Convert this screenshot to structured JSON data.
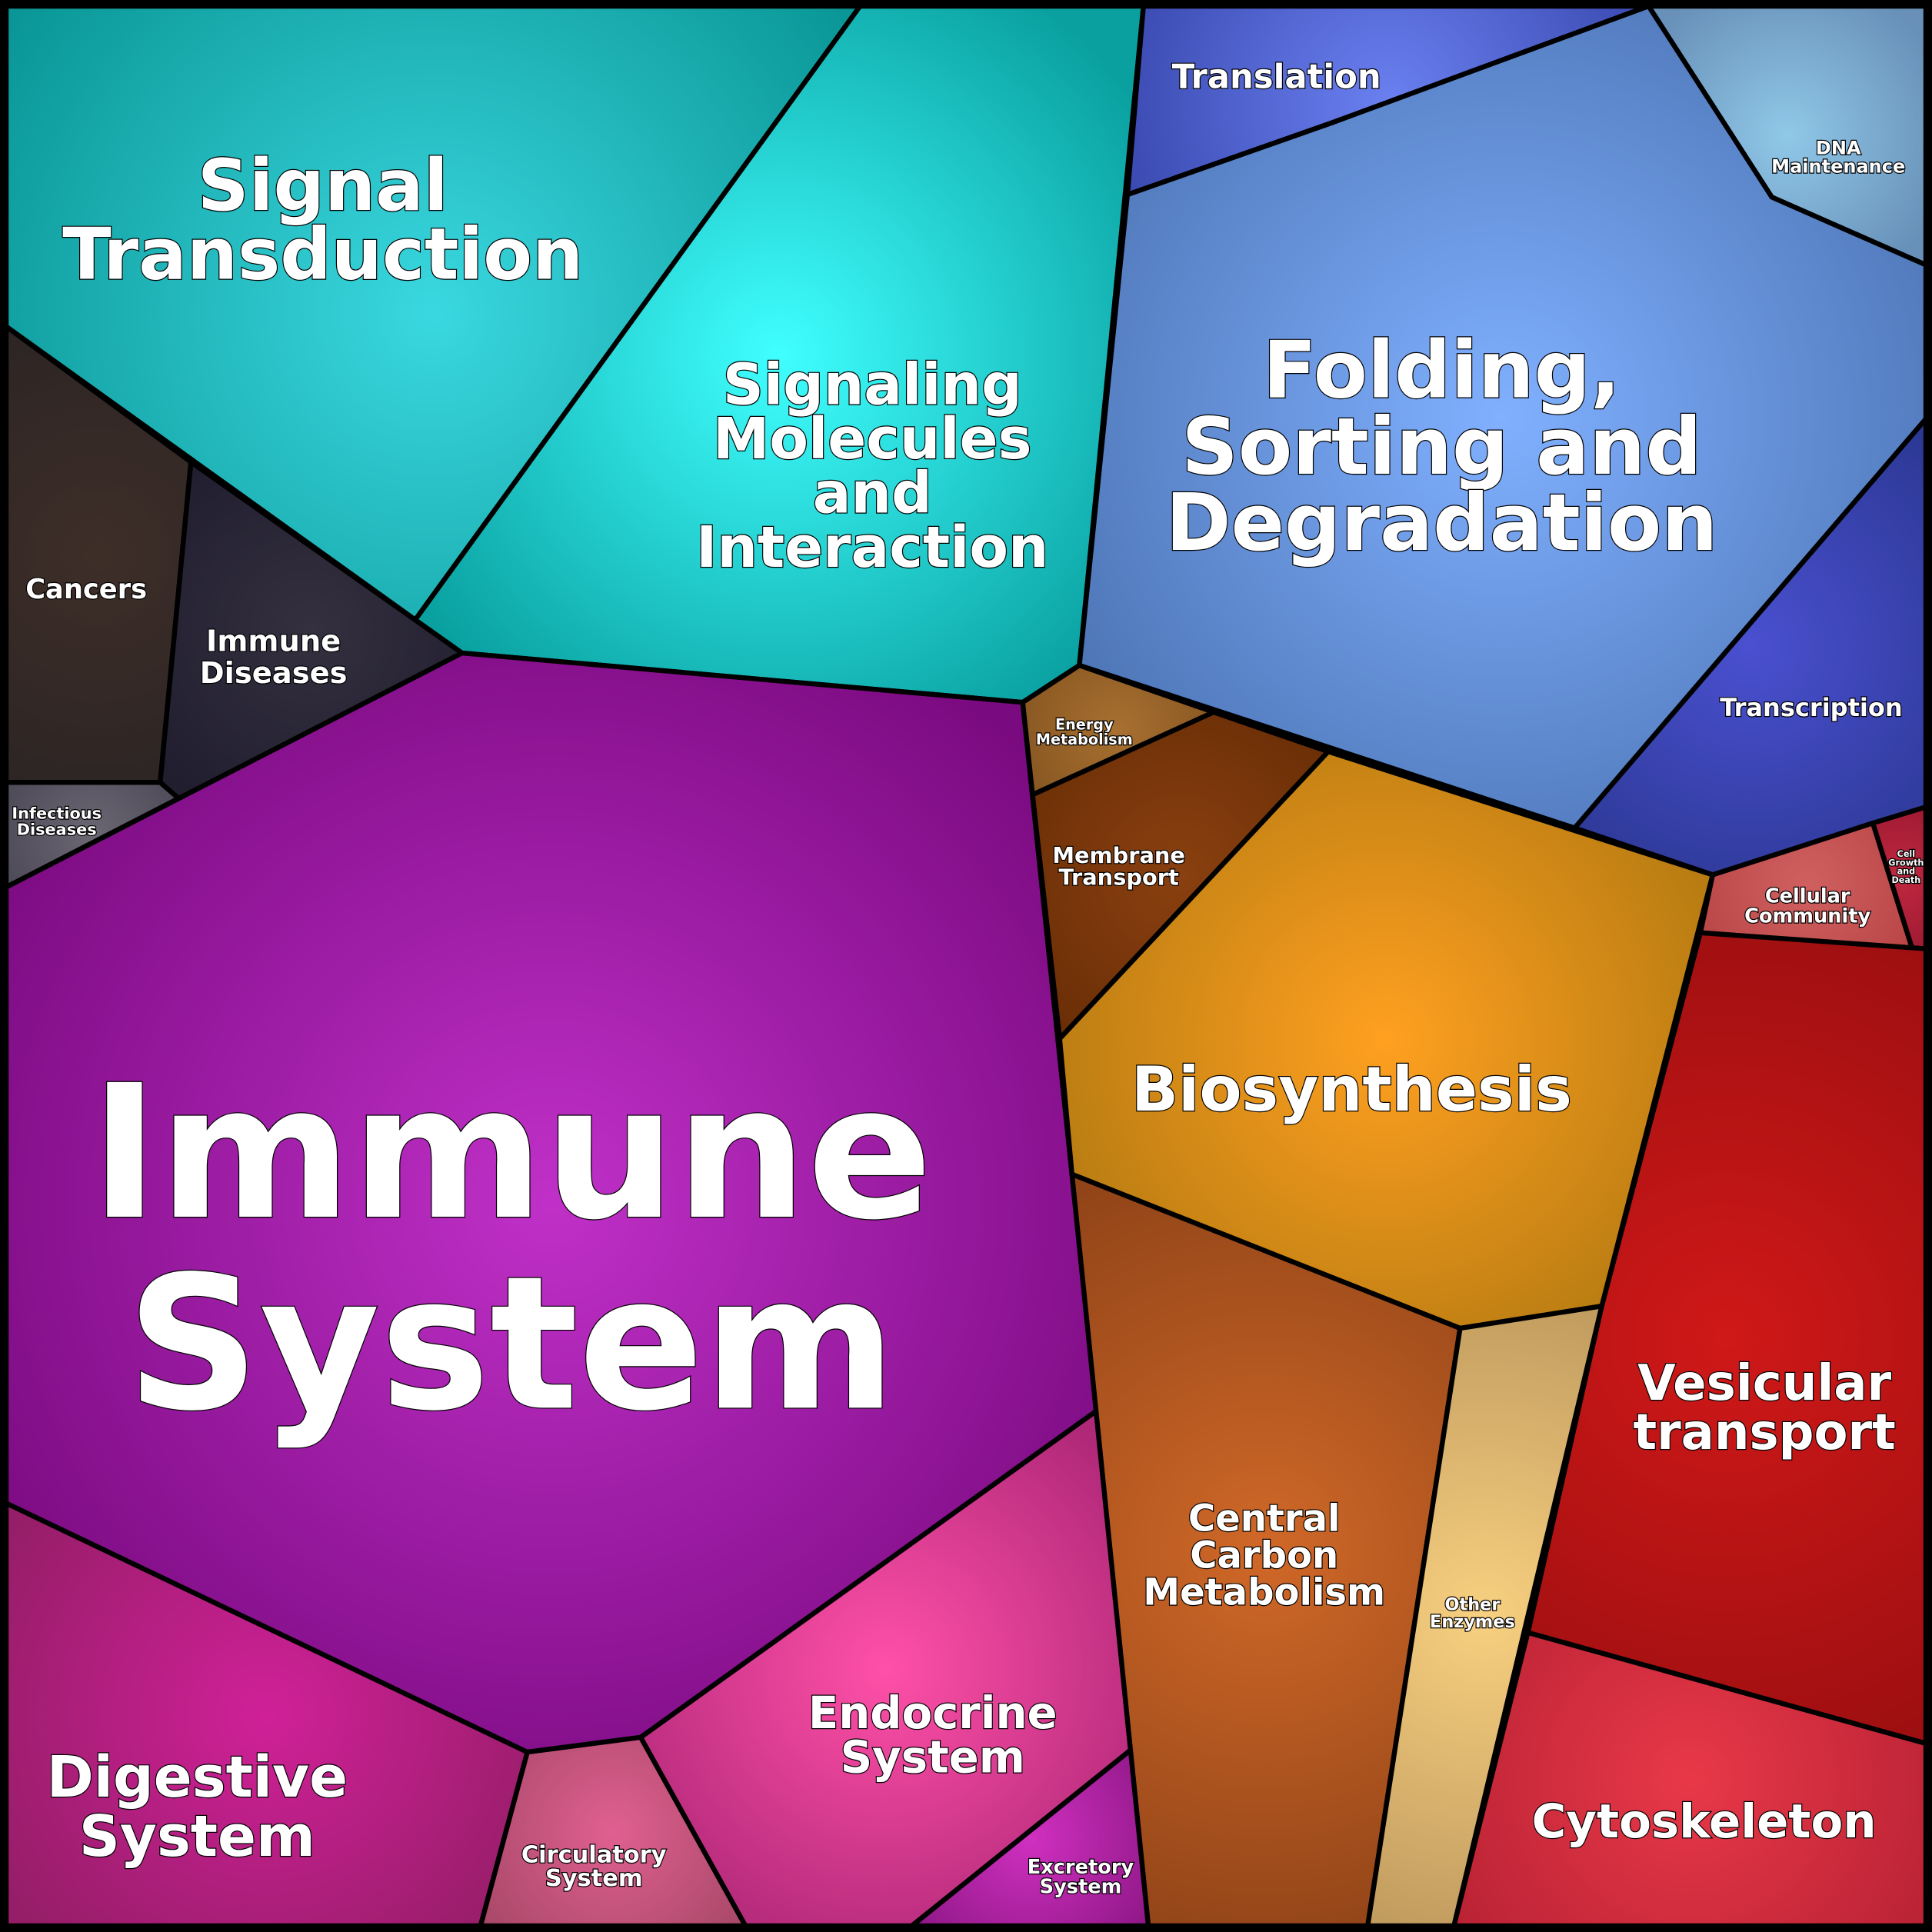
{
  "title": "Voronoi treemap of functional categories",
  "regions": [
    {
      "id": "signal-transduction",
      "lines": [
        "Signal",
        "Transduction"
      ],
      "color": "#0a9696",
      "glow": "#3ad8e0"
    },
    {
      "id": "signaling-molecules",
      "lines": [
        "Signaling",
        "Molecules",
        "and",
        "Interaction"
      ],
      "color": "#0aa0a0",
      "glow": "#40ffff"
    },
    {
      "id": "cancers",
      "lines": [
        "Cancers"
      ],
      "color": "#2a2424",
      "glow": "#3e2e28"
    },
    {
      "id": "immune-diseases",
      "lines": [
        "Immune",
        "Diseases"
      ],
      "color": "#211e30",
      "glow": "#34303f"
    },
    {
      "id": "infectious-diseases",
      "lines": [
        "Infectious",
        "Diseases"
      ],
      "color": "#4c4856",
      "glow": "#6a6672"
    },
    {
      "id": "immune-system",
      "lines": [
        "Immune",
        "System"
      ],
      "color": "#7a0a80",
      "glow": "#c030c8"
    },
    {
      "id": "digestive-system",
      "lines": [
        "Digestive",
        "System"
      ],
      "color": "#961e68",
      "glow": "#d02098"
    },
    {
      "id": "circulatory-system",
      "lines": [
        "Circulatory",
        "System"
      ],
      "color": "#a84868",
      "glow": "#e06090"
    },
    {
      "id": "endocrine-system",
      "lines": [
        "Endocrine",
        "System"
      ],
      "color": "#b02878",
      "glow": "#ff50a8"
    },
    {
      "id": "excretory-system",
      "lines": [
        "Excretory",
        "System"
      ],
      "color": "#901888",
      "glow": "#d030c0"
    },
    {
      "id": "translation",
      "lines": [
        "Translation"
      ],
      "color": "#3442a8",
      "glow": "#6a80f0"
    },
    {
      "id": "dna-maintenance",
      "lines": [
        "DNA",
        "Maintenance"
      ],
      "color": "#6890b8",
      "glow": "#90c8e8"
    },
    {
      "id": "folding-sorting-degradation",
      "lines": [
        "Folding,",
        "Sorting and",
        "Degradation"
      ],
      "color": "#4c74b4",
      "glow": "#80b0ff"
    },
    {
      "id": "transcription",
      "lines": [
        "Transcription"
      ],
      "color": "#2c3894",
      "glow": "#4a50d0"
    },
    {
      "id": "energy-metabolism",
      "lines": [
        "Energy",
        "Metabolism"
      ],
      "color": "#845420",
      "glow": "#a87030"
    },
    {
      "id": "membrane-transport",
      "lines": [
        "Membrane",
        "Transport"
      ],
      "color": "#6a2e06",
      "glow": "#8a4010"
    },
    {
      "id": "biosynthesis",
      "lines": [
        "Biosynthesis"
      ],
      "color": "#b07810",
      "glow": "#ffa020"
    },
    {
      "id": "central-carbon-metabolism",
      "lines": [
        "Central",
        "Carbon",
        "Metabolism"
      ],
      "color": "#8a4016",
      "glow": "#d06828"
    },
    {
      "id": "other-enzymes",
      "lines": [
        "Other",
        "Enzymes"
      ],
      "color": "#b8945a",
      "glow": "#f8d080"
    },
    {
      "id": "cellular-community",
      "lines": [
        "Cellular",
        "Community"
      ],
      "color": "#b84444",
      "glow": "#d06060"
    },
    {
      "id": "cell-growth-and-death",
      "lines": [
        "Cell",
        "Growth",
        "and",
        "Death"
      ],
      "color": "#9a1830",
      "glow": "#c02840"
    },
    {
      "id": "vesicular-transport",
      "lines": [
        "Vesicular",
        "transport"
      ],
      "color": "#980e10",
      "glow": "#d01818"
    },
    {
      "id": "cytoskeleton",
      "lines": [
        "Cytoskeleton"
      ],
      "color": "#b82234",
      "glow": "#e83848"
    }
  ]
}
